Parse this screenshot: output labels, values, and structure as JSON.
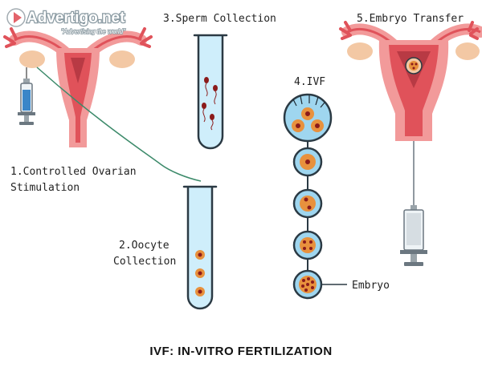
{
  "watermark": {
    "brand": "Advertigo.net",
    "tagline": "\"Advertising the world\""
  },
  "steps": {
    "s1_line1": "1.Controlled Ovarian",
    "s1_line2": "Stimulation",
    "s2_line1": "2.Oocyte",
    "s2_line2": "Collection",
    "s3": "3.Sperm Collection",
    "s4": "4.IVF",
    "s5": "5.Embryo Transfer"
  },
  "embryo_label": "Embryo",
  "title": "IVF: IN-VITRO FERTILIZATION",
  "colors": {
    "uterus_pink": "#f29a9a",
    "uterus_deep": "#e0525a",
    "uterus_dark": "#b83a44",
    "ovary": "#f3c8a4",
    "tube_fill": "#cfeefb",
    "tube_stroke": "#2b3a44",
    "egg_outer": "#e8913d",
    "egg_inner": "#8b1b1b",
    "cell_blue": "#9fd6ef",
    "syringe_gray": "#9aa4aa",
    "syringe_blue": "#3a86c8",
    "catheter_green": "#3c8a6a"
  }
}
